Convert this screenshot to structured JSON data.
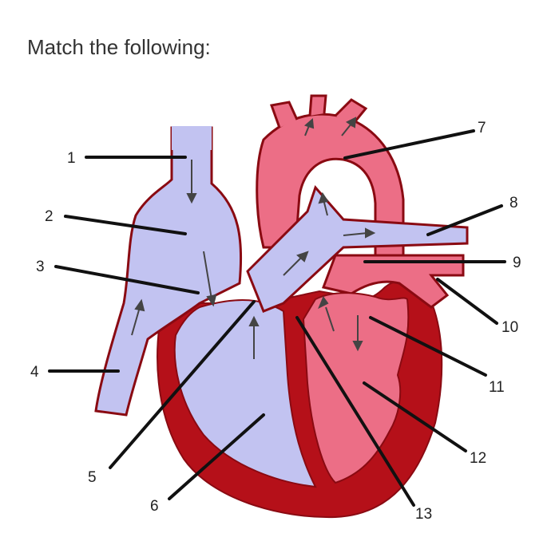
{
  "prompt": "Match the following:",
  "labels": {
    "l1": "1",
    "l2": "2",
    "l3": "3",
    "l4": "4",
    "l5": "5",
    "l6": "6",
    "l7": "7",
    "l8": "8",
    "l9": "9",
    "l10": "10",
    "l11": "11",
    "l12": "12",
    "l13": "13"
  },
  "colors": {
    "deoxygenated": "#c2c3f1",
    "oxygenated": "#ec6e86",
    "muscle": "#b51019",
    "outline": "#8a0a12",
    "leader": "#111111",
    "arrow": "#444444"
  }
}
